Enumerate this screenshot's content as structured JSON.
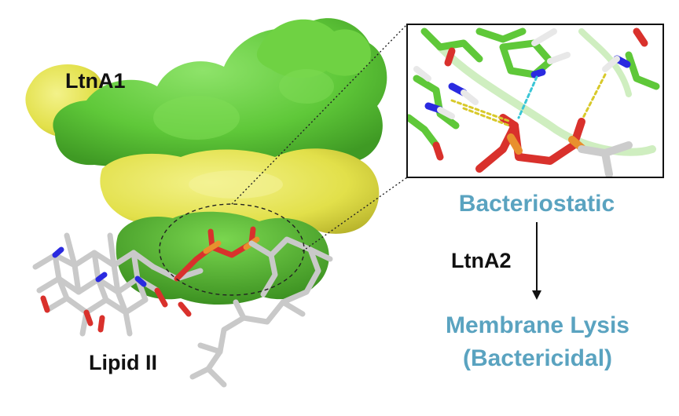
{
  "labels": {
    "ltna1": "LtnA1",
    "lipid_ii": "Lipid II",
    "bacteriostatic": "Bacteriostatic",
    "ltna2": "LtnA2",
    "membrane_lysis": "Membrane Lysis",
    "bactericidal": "(Bactericidal)"
  },
  "colors": {
    "surface_green": "#5fc839",
    "surface_yellow": "#e4e54f",
    "lipid_carbon": "#c8c8c8",
    "oxygen": "#d9312c",
    "nitrogen": "#2a2ae0",
    "phosphorus": "#e8902e",
    "caption_teal": "#5aa3c0",
    "hbond_yellow": "#d8c92a",
    "hbond_cyan": "#3ac6d6"
  }
}
